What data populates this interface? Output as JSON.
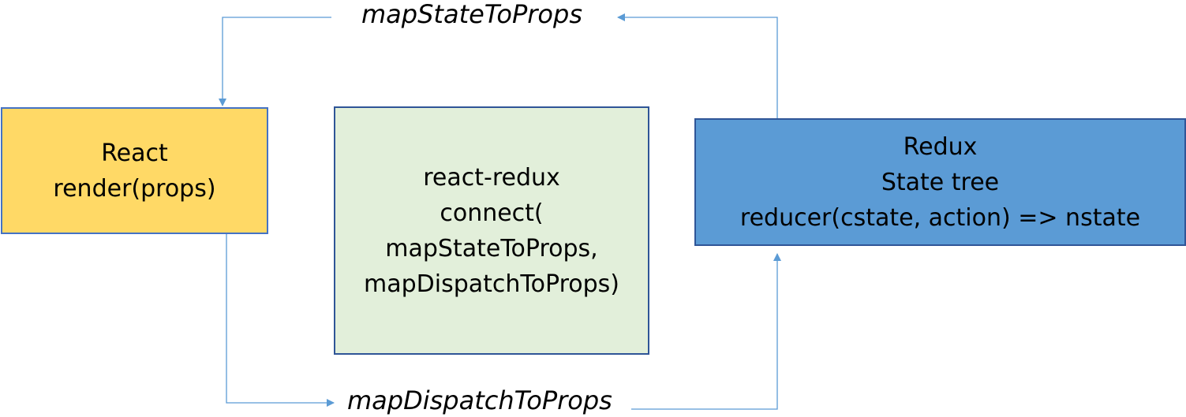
{
  "nodes": {
    "react": {
      "lines": [
        "React",
        "render(props)"
      ],
      "fill": "#ffd966",
      "border": "#4472c4"
    },
    "react_redux": {
      "lines": [
        "react-redux",
        "connect(",
        "mapStateToProps,",
        "mapDispatchToProps)"
      ],
      "fill": "#e2efda",
      "border": "#2f5597"
    },
    "redux": {
      "lines": [
        "Redux",
        "State tree",
        "reducer(cstate, action) => nstate"
      ],
      "fill": "#5b9bd5",
      "border": "#2f5597"
    }
  },
  "edges": {
    "state_to_props": {
      "label": "mapStateToProps",
      "from": "redux",
      "to": "react"
    },
    "dispatch_to_props": {
      "label": "mapDispatchToProps",
      "from": "react",
      "to": "redux"
    }
  },
  "colors": {
    "connector": "#5b9bd5"
  }
}
